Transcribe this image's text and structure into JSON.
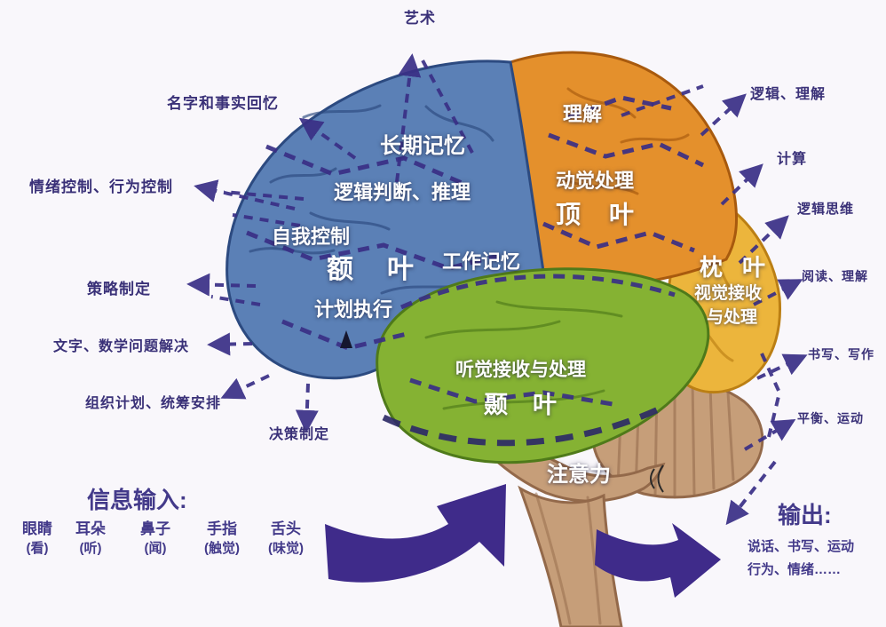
{
  "colors": {
    "background": "#f9f7fb",
    "frontal_lobe": "#5b80b6",
    "frontal_edge": "#2c4a80",
    "parietal_lobe": "#e4902c",
    "parietal_edge": "#a85a0e",
    "occipital_lobe": "#ecb53c",
    "occipital_edge": "#bb7f14",
    "temporal_lobe": "#85b233",
    "temporal_edge": "#4f7a1a",
    "cerebellum": "#c69e79",
    "cerebellum_edge": "#93694a",
    "arrow_color": "#3a2f86",
    "big_arrow": "#3f2b8a",
    "label_text": "#3a3178",
    "io_text": "#433a8a",
    "brain_text": "#ffffff"
  },
  "labels": {
    "art": "艺术",
    "left": [
      "名字和事实回忆",
      "情绪控制、行为控制",
      "策略制定",
      "文字、数学问题解决",
      "组织计划、统筹安排",
      "决策制定"
    ],
    "right": [
      "逻辑、理解",
      "计算",
      "逻辑思维",
      "阅读、理解",
      "书写、写作",
      "平衡、运动"
    ]
  },
  "lobes": {
    "frontal": {
      "name": "额叶",
      "functions": {
        "long_term_memory": "长期记忆",
        "logic_judgement": "逻辑判断、推理",
        "self_control": "自我控制",
        "plan_execution": "计划执行",
        "working_memory": "工作记忆"
      }
    },
    "parietal": {
      "name": "顶叶",
      "functions": {
        "understanding": "理解",
        "kinesthetic": "动觉处理"
      }
    },
    "occipital": {
      "name": "枕叶",
      "visual_line1": "视觉接收",
      "visual_line2": "与处理"
    },
    "temporal": {
      "name": "颞叶",
      "functions": {
        "auditory": "听觉接收与处理"
      }
    },
    "brainstem": {
      "attention": "注意力"
    }
  },
  "input": {
    "title": "信息输入:",
    "items": [
      {
        "organ": "眼睛",
        "sense": "(看)"
      },
      {
        "organ": "耳朵",
        "sense": "(听)"
      },
      {
        "organ": "鼻子",
        "sense": "(闻)"
      },
      {
        "organ": "手指",
        "sense": "(触觉)"
      },
      {
        "organ": "舌头",
        "sense": "(味觉)"
      }
    ]
  },
  "output": {
    "title": "输出:",
    "line1": "说话、书写、运动",
    "line2": "行为、情绪……"
  }
}
